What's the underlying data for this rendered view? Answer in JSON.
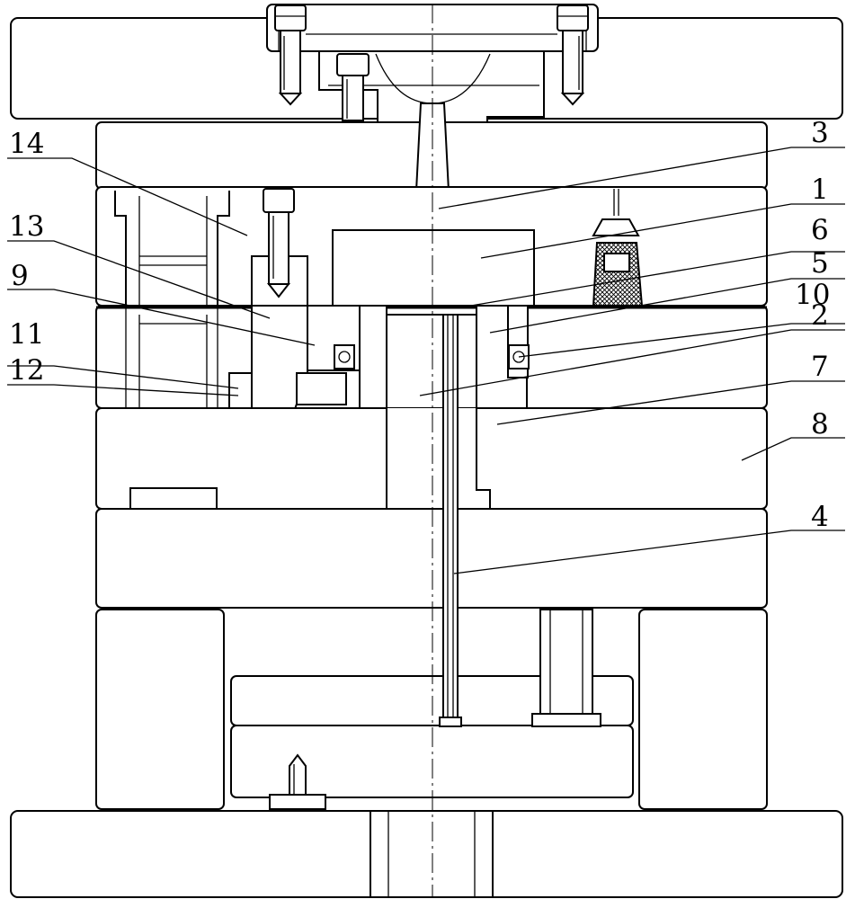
{
  "labels": {
    "p1": "1",
    "p2": "2",
    "p3": "3",
    "p4": "4",
    "p5": "5",
    "p6": "6",
    "p7": "7",
    "p8": "8",
    "p9": "9",
    "p10": "10",
    "p11": "11",
    "p12": "12",
    "p13": "13",
    "p14": "14"
  },
  "colors": {
    "line": "#000000",
    "background": "#ffffff"
  }
}
